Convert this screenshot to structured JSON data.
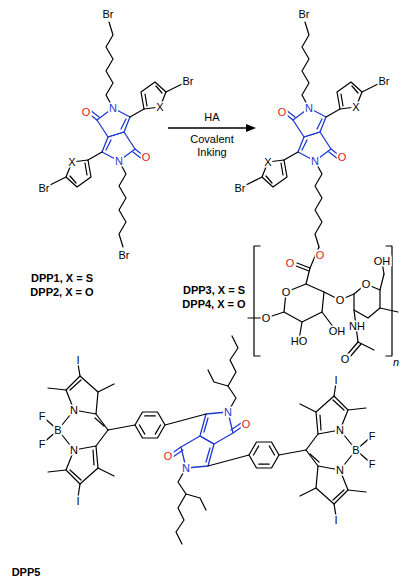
{
  "diagram": {
    "labels": [
      "Br",
      "N",
      "O",
      "X",
      "Br",
      "O",
      "N",
      "X",
      "Br",
      "Br",
      "DPP1, X = S",
      "DPP2, X = O",
      "HA",
      "Covalent Inking",
      "Br",
      "N",
      "O",
      "X",
      "Br",
      "O",
      "N",
      "X",
      "Br",
      "O",
      "O",
      "O",
      "O",
      "HO",
      "OH",
      "O",
      "O",
      "OH",
      "NH",
      "O",
      "n",
      "DPP3, X = S",
      "DPP4, X = O",
      "I",
      "N",
      "B",
      "F",
      "F",
      "N",
      "I",
      "N",
      "O",
      "N",
      "O",
      "I",
      "N",
      "B",
      "F",
      "F",
      "N",
      "I",
      "DPP5"
    ]
  }
}
